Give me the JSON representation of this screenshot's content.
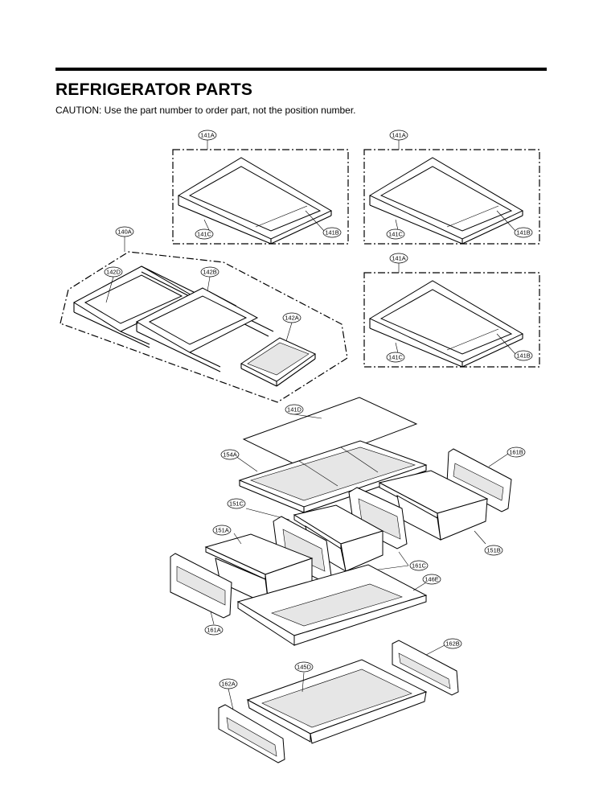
{
  "header": {
    "title": "REFRIGERATOR PARTS",
    "caution": "CAUTION: Use the part number to order part, not the position number."
  },
  "callouts": {
    "a141a_1": "141A",
    "a141a_2": "141A",
    "a141a_3": "141A",
    "a141b_1": "141B",
    "a141b_2": "141B",
    "a141b_3": "141B",
    "a141c_1": "141C",
    "a141c_2": "141C",
    "a141c_3": "141C",
    "a140a": "140A",
    "a142d": "142D",
    "a142b": "142B",
    "a142a": "142A",
    "a141d": "141D",
    "a154a": "154A",
    "a161b": "161B",
    "a151c": "151C",
    "a151a": "151A",
    "a151b": "151B",
    "a161c": "161C",
    "a146e": "146E",
    "a161a": "161A",
    "a162b": "162B",
    "a145d": "145D",
    "a162a": "162A"
  }
}
